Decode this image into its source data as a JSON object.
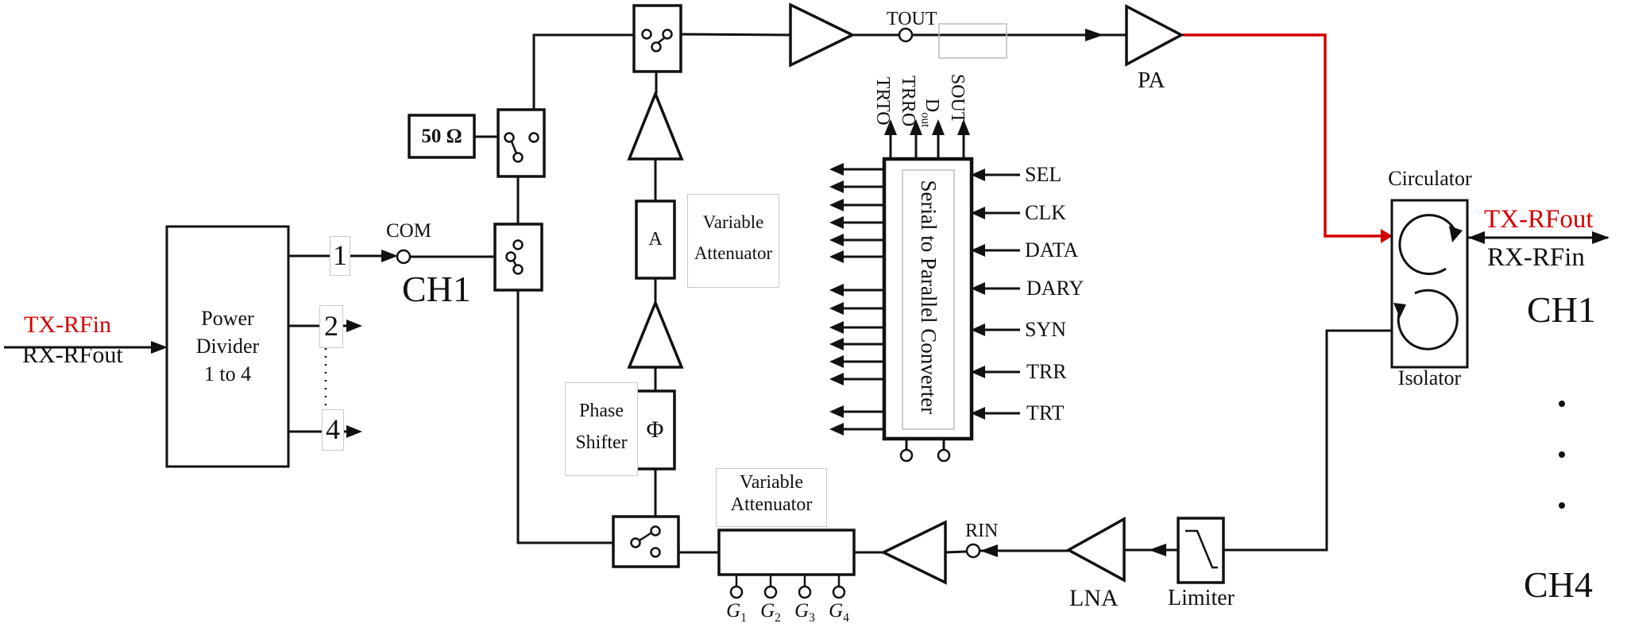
{
  "colors": {
    "red": "#d40000",
    "line": "#111111",
    "box_border": "#c9c9c9"
  },
  "io_left": {
    "tx_in": "TX-RFin",
    "rx_out": "RX-RFout"
  },
  "power_divider": {
    "line1": "Power",
    "line2": "Divider",
    "line3": "1 to 4",
    "out1": "1",
    "out2": "2",
    "out4": "4"
  },
  "ch1_port": {
    "com": "COM",
    "channel": "CH1",
    "load": "50 Ω"
  },
  "tx_chain": {
    "att_symbol": "A",
    "att_label1": "Variable",
    "att_label2": "Attenuator",
    "phase_symbol": "Φ",
    "phase_label1": "Phase",
    "phase_label2": "Shifter",
    "tout": "TOUT",
    "pa": "PA"
  },
  "s2p": {
    "title": "Serial to Parallel Converter",
    "top_pins": [
      {
        "text": "TRTO"
      },
      {
        "text": "TRRO"
      },
      {
        "text": "D",
        "sub": "out"
      },
      {
        "text": "SOUT"
      }
    ],
    "right_pins": [
      "SEL",
      "CLK",
      "DATA",
      "DARY",
      "SYN",
      "TRR",
      "TRT"
    ]
  },
  "rx_chain": {
    "att_label1": "Variable",
    "att_label2": "Attenuator",
    "gain_pins": [
      {
        "base": "G",
        "sub": "1"
      },
      {
        "base": "G",
        "sub": "2"
      },
      {
        "base": "G",
        "sub": "3"
      },
      {
        "base": "G",
        "sub": "4"
      }
    ],
    "rin": "RIN",
    "lna": "LNA",
    "limiter": "Limiter"
  },
  "antenna": {
    "circulator": "Circulator",
    "isolator": "Isolator",
    "tx_out": "TX-RFout",
    "rx_in": "RX-RFin",
    "ch_first": "CH1",
    "ch_last": "CH4"
  }
}
